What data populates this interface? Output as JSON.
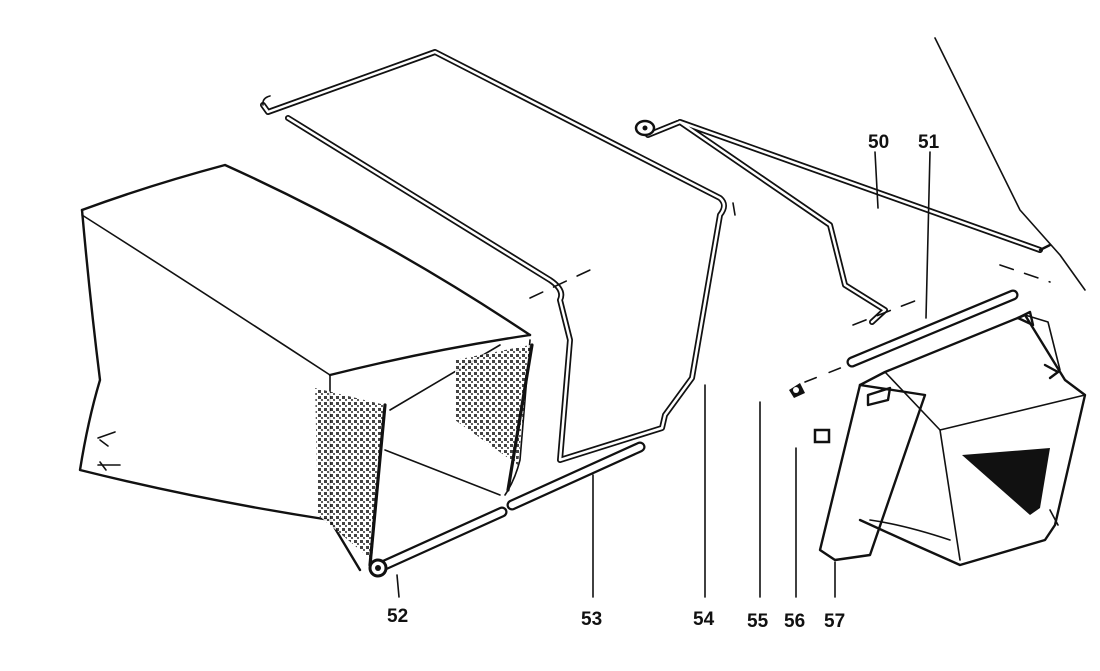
{
  "diagram": {
    "callouts": [
      {
        "id": "50",
        "label": "50"
      },
      {
        "id": "51",
        "label": "51"
      },
      {
        "id": "52",
        "label": "52"
      },
      {
        "id": "53",
        "label": "53"
      },
      {
        "id": "54",
        "label": "54"
      },
      {
        "id": "55",
        "label": "55"
      },
      {
        "id": "56",
        "label": "56"
      },
      {
        "id": "57",
        "label": "57"
      }
    ]
  }
}
